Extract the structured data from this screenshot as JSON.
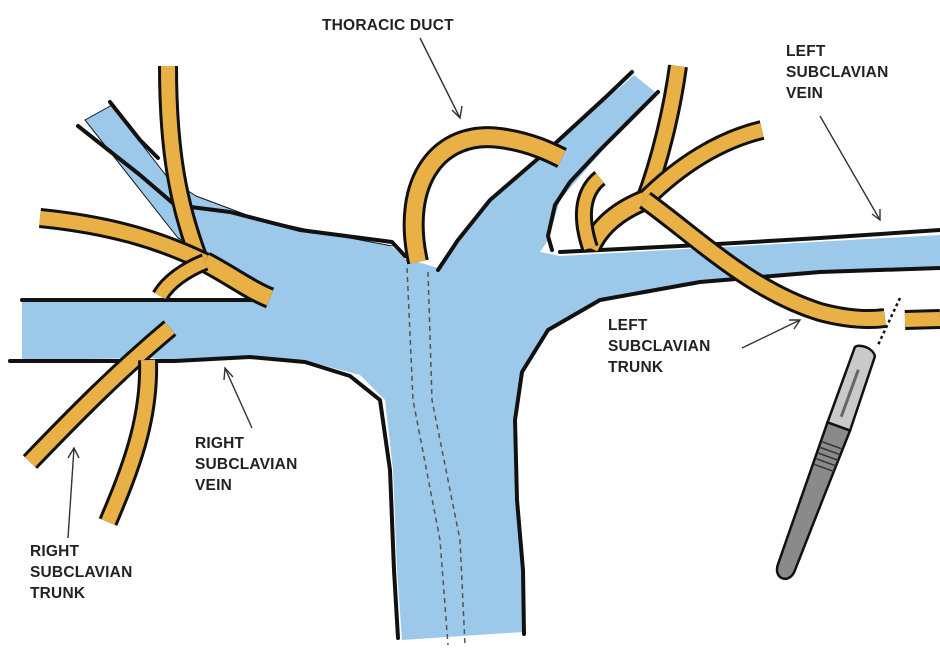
{
  "colors": {
    "vein": "#9cc8ea",
    "lymph": "#e8b045",
    "outline": "#111111",
    "scalpel_blade": "#c9c9c9",
    "scalpel_handle": "#8a8a8a"
  },
  "labels": {
    "thoracic_duct": "THORACIC DUCT",
    "left_subclavian_vein": [
      "LEFT",
      "SUBCLAVIAN",
      "VEIN"
    ],
    "left_subclavian_trunk": [
      "LEFT",
      "SUBCLAVIAN",
      "TRUNK"
    ],
    "right_subclavian_vein": [
      "RIGHT",
      "SUBCLAVIAN",
      "VEIN"
    ],
    "right_subclavian_trunk": [
      "RIGHT",
      "SUBCLAVIAN",
      "TRUNK"
    ]
  },
  "icons": {
    "scalpel": "scalpel-icon"
  }
}
